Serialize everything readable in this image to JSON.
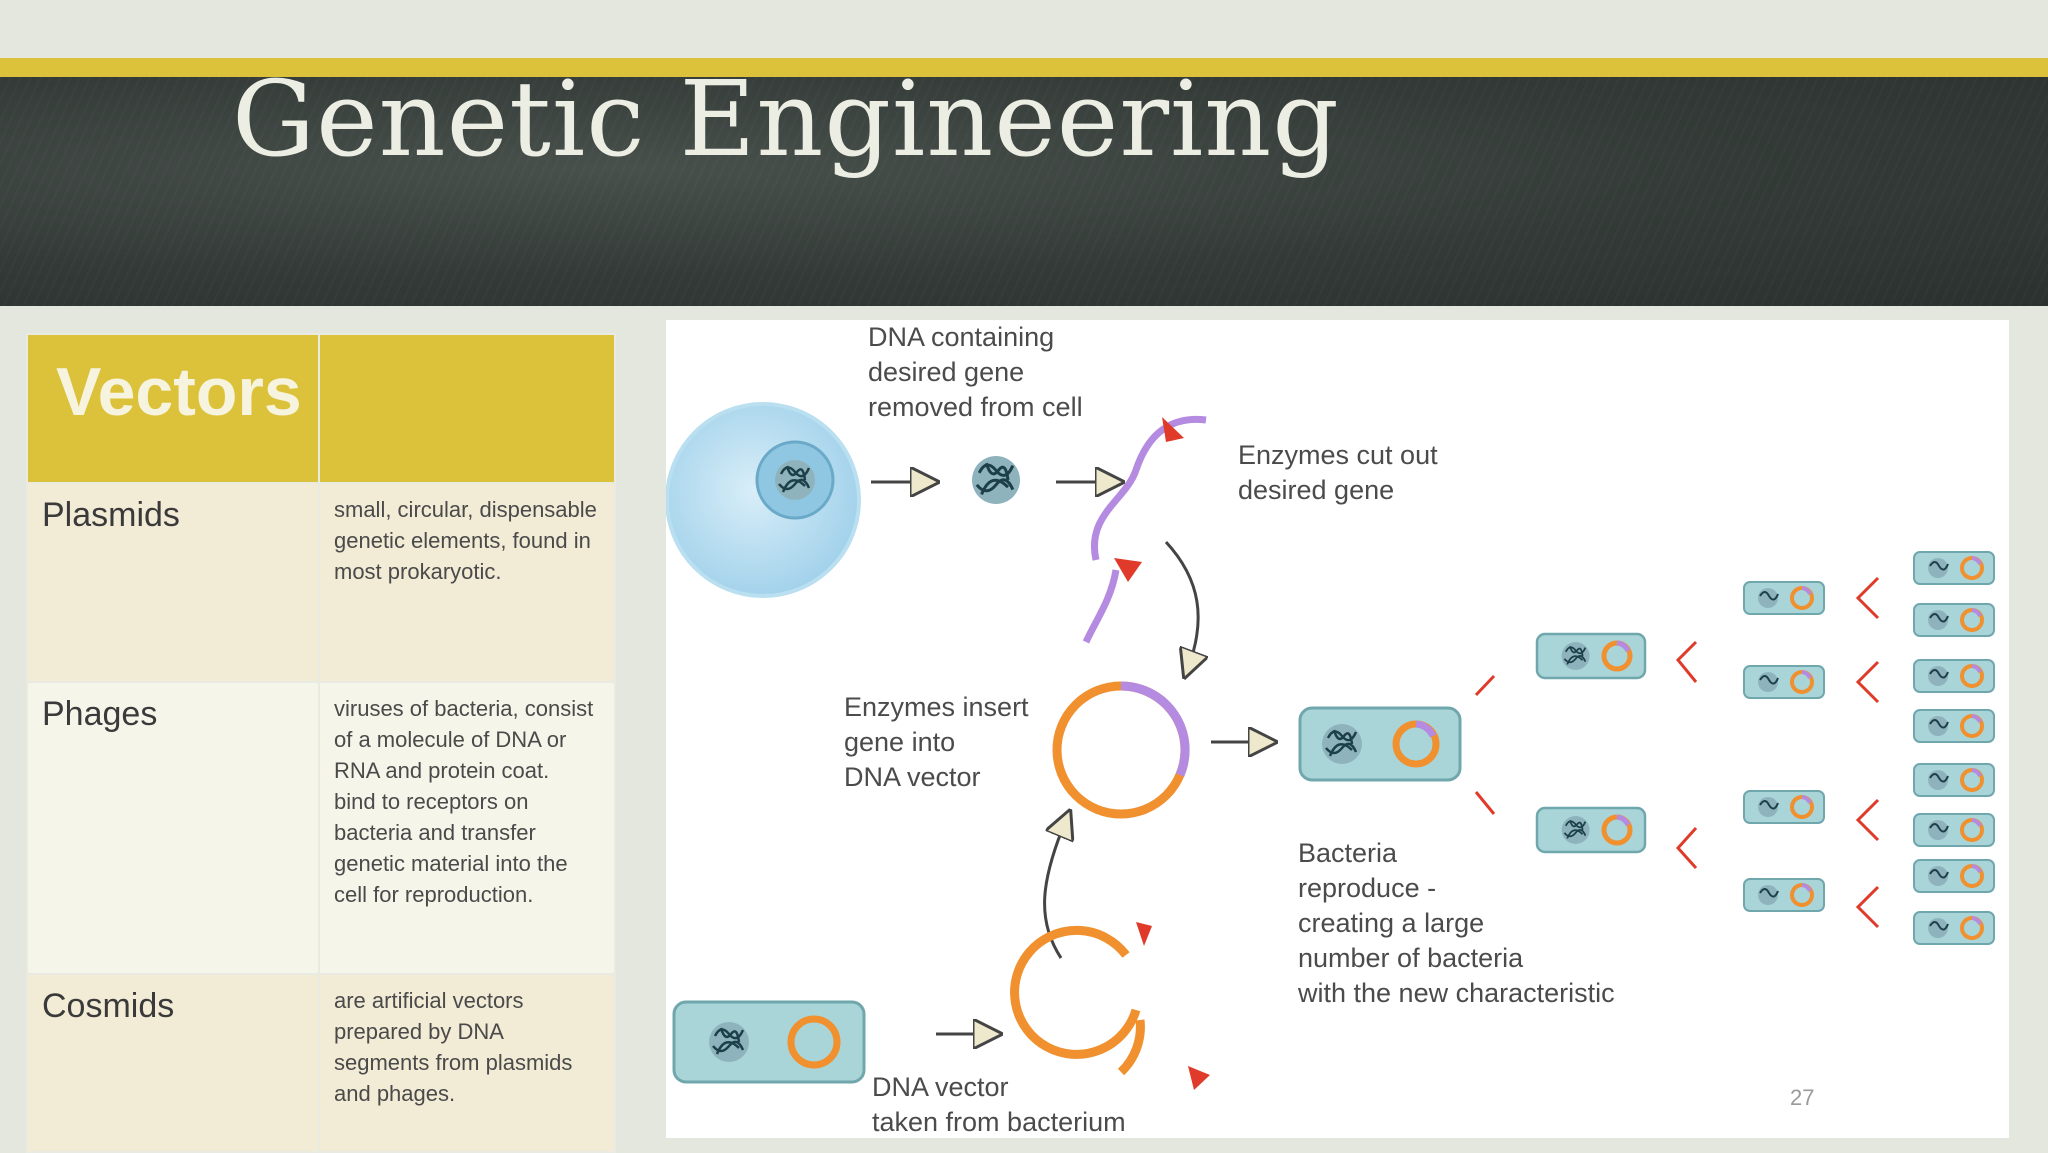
{
  "slide": {
    "title": "Genetic Engineering",
    "page_number": "27"
  },
  "table": {
    "header": "Vectors",
    "rows": [
      {
        "name": "Plasmids",
        "description": "small, circular, dispensable genetic elements, found in most prokaryotic."
      },
      {
        "name": "Phages",
        "description": "viruses of bacteria, consist of a molecule of DNA or RNA and protein coat.\nbind to receptors on bacteria and transfer genetic material into the cell for reproduction."
      },
      {
        "name": "Cosmids",
        "description": "are artificial vectors prepared by DNA segments from plasmids and phages."
      }
    ]
  },
  "diagram": {
    "label_dna_containing": "DNA containing\ndesired gene\nremoved from cell",
    "label_enzymes_cut": "Enzymes cut out\ndesired gene",
    "label_enzymes_insert": "Enzymes insert\ngene into\nDNA vector",
    "label_bacteria_reproduce": "Bacteria\nreproduce -\ncreating a large\nnumber of bacteria\nwith the new characteristic",
    "label_dna_vector": "DNA vector\ntaken from bacterium"
  },
  "colors": {
    "accent_yellow": "#dcc23a",
    "title_band": "#333a37",
    "plasmid_orange": "#f0902e",
    "gene_purple": "#b48be0",
    "bacterium_teal": "#a9d5d8"
  }
}
